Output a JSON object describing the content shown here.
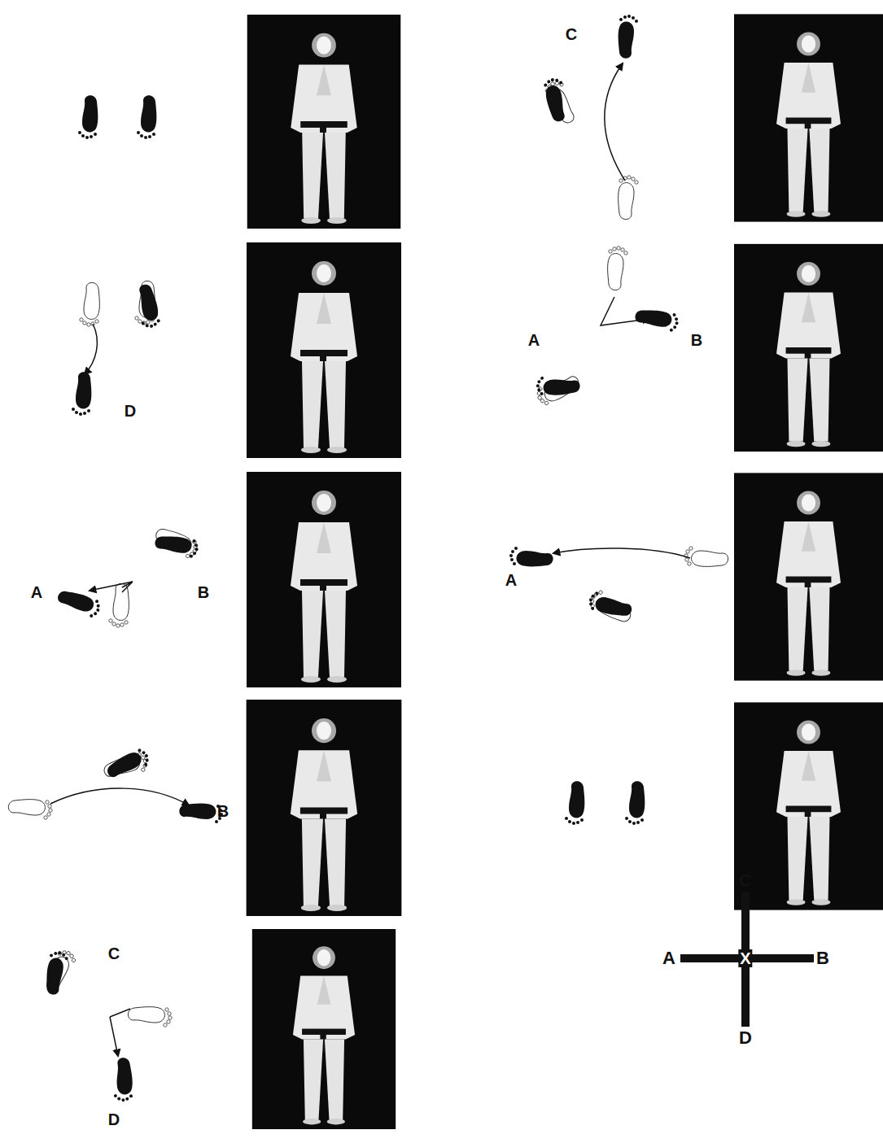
{
  "diagram": {
    "labels": [
      "D",
      "A",
      "B",
      "B",
      "C",
      "D",
      "C",
      "A",
      "B",
      "A",
      "C",
      "A",
      "X",
      "B",
      "D"
    ]
  }
}
